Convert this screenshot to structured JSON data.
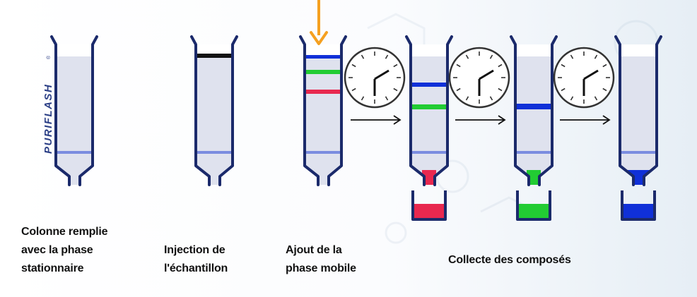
{
  "brand": {
    "logo_text": "PURIFLASH",
    "trademark": "®"
  },
  "labels": {
    "step1": [
      "Colonne remplie",
      "avec la phase",
      "stationnaire"
    ],
    "step2": [
      "Injection de",
      "l'échantillon"
    ],
    "step3": [
      "Ajout de la",
      "phase mobile"
    ],
    "step4": [
      "Collecte des composés"
    ]
  },
  "colors": {
    "column_outline": "#1b2a6b",
    "column_fill": "#dfe2ee",
    "frit": "#7b8de0",
    "sample_band": "#111111",
    "blue_band": "#1030d8",
    "green_band": "#22cc33",
    "red_band": "#e8284f",
    "injection_arrow": "#f5a020"
  }
}
